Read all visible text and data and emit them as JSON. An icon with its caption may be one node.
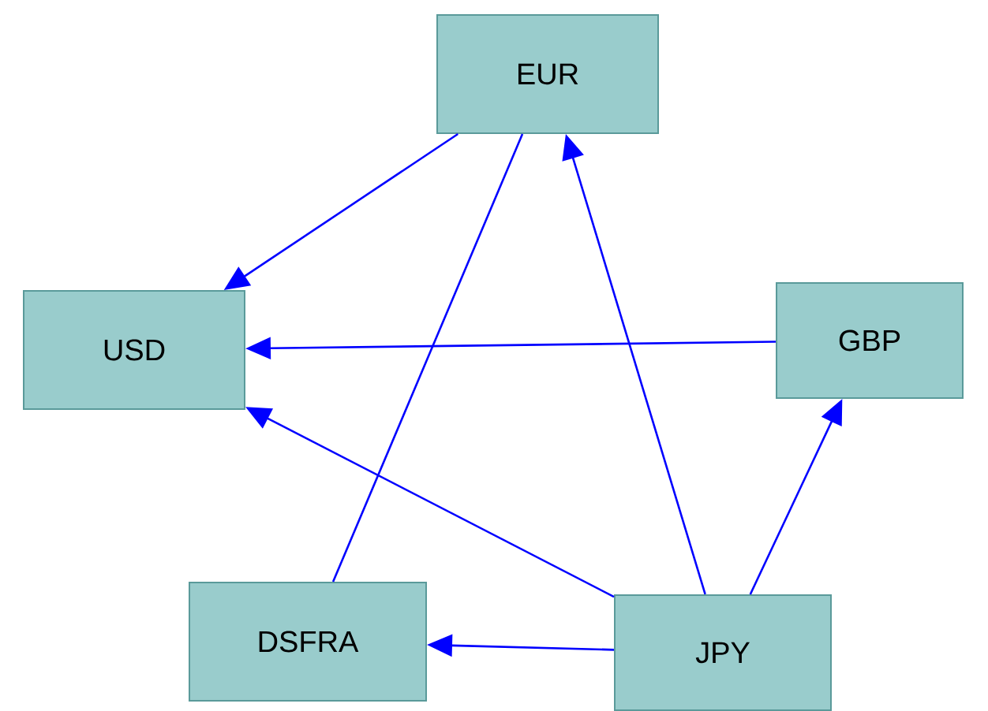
{
  "diagram": {
    "nodes": [
      {
        "text": [
          "EUR"
        ]
      },
      {
        "text": [
          "USD"
        ]
      },
      {
        "text": [
          "GBP"
        ]
      },
      {
        "text": [
          "DSFRA"
        ]
      },
      {
        "text": [
          "JPY"
        ]
      }
    ],
    "edges": [
      {
        "from": 0,
        "to": 1,
        "arrow": "to"
      },
      {
        "from": 0,
        "to": 3,
        "arrow": "none"
      },
      {
        "from": 4,
        "to": 0,
        "arrow": "to"
      },
      {
        "from": 2,
        "to": 1,
        "arrow": "to"
      },
      {
        "from": 4,
        "to": 1,
        "arrow": "to"
      },
      {
        "from": 4,
        "to": 2,
        "arrow": "to"
      },
      {
        "from": 4,
        "to": 3,
        "arrow": "to"
      }
    ]
  }
}
